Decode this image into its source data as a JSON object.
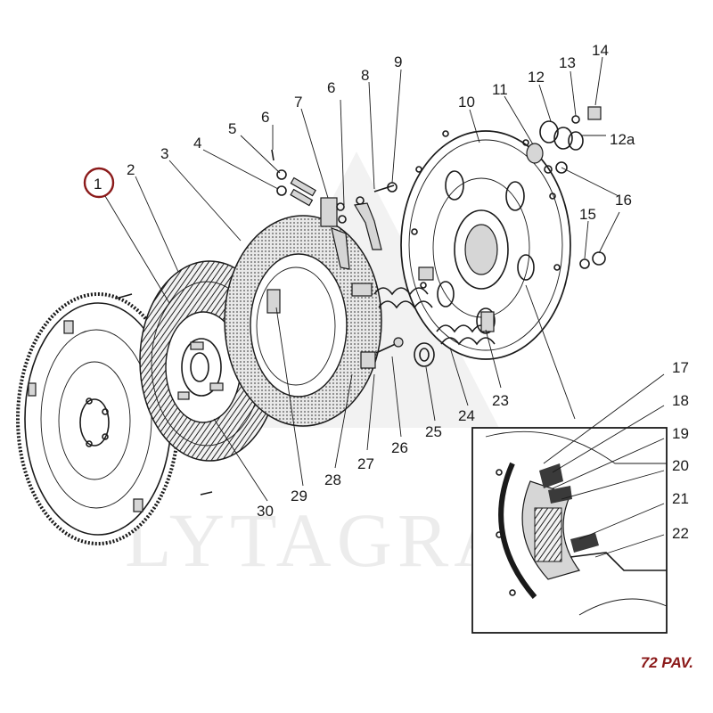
{
  "watermark": "LYTAGRA",
  "page_code": "72 PAV.",
  "highlight_color": "#8b1a1a",
  "highlighted_label": "1",
  "labels": [
    "1",
    "2",
    "3",
    "4",
    "5",
    "6",
    "6",
    "7",
    "8",
    "9",
    "10",
    "11",
    "12",
    "12a",
    "13",
    "14",
    "15",
    "16",
    "17",
    "18",
    "19",
    "20",
    "21",
    "22",
    "23",
    "24",
    "25",
    "26",
    "27",
    "28",
    "29",
    "30"
  ]
}
